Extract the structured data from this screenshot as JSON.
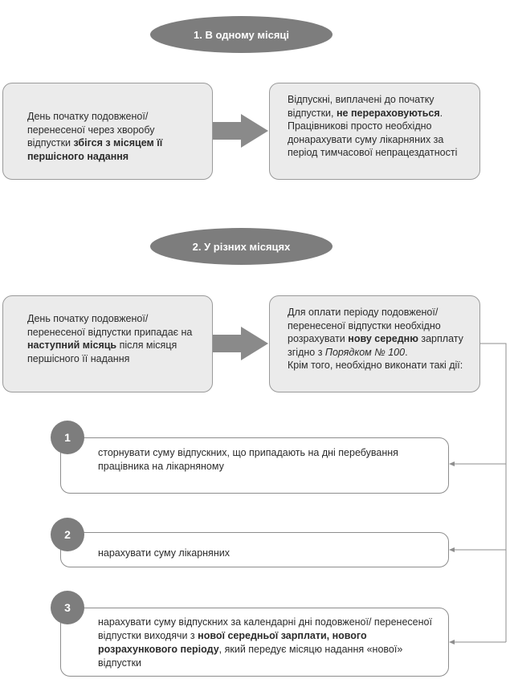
{
  "section1": {
    "title": "1. В одному місяці",
    "left_box": {
      "t1": "День початку подовженої/ перенесеної через хворобу відпустки ",
      "b1": "збігся з місяцем її першісного надання"
    },
    "right_box": {
      "t1": "Відпускні, виплачені до початку відпустки, ",
      "b1": "не перераховуються",
      "t2": ". Працівникові просто необхідно донарахувати суму лікарняних за період тимчасової непрацездатності"
    }
  },
  "section2": {
    "title": "2. У різних місяцях",
    "left_box": {
      "t1": "День початку подовженої/ перенесеної відпустки припадає на ",
      "b1": "наступний місяць",
      "t2": " після місяця першісного її надання"
    },
    "right_box": {
      "t1": "Для оплати періоду подовженої/ перенесеної відпустки необхідно розрахувати ",
      "b1": "нову середню",
      "t2": " зарплату згідно з ",
      "i1": "Порядком № 100",
      "t3": ".",
      "t4": "Крім того, необхідно виконати такі дії:"
    }
  },
  "steps": [
    {
      "number": "1",
      "t1": "сторнувати суму відпускних, що припадають на дні перебування працівника на лікарняному"
    },
    {
      "number": "2",
      "t1": "нарахувати суму лікарняних"
    },
    {
      "number": "3",
      "t1": "нарахувати суму відпускних за календарні дні подовженої/ перенесеної відпустки виходячи з ",
      "b1": "нової середньої зарплати, нового розрахункового періоду",
      "t2": ", який передує місяцю надання «нової» відпустки"
    }
  ],
  "colors": {
    "pill": "#7d7d7d",
    "box_fill": "#ebebeb",
    "box_border": "#9a9a9a",
    "arrow": "#8a8a8a",
    "connector": "#8d8d8d"
  }
}
